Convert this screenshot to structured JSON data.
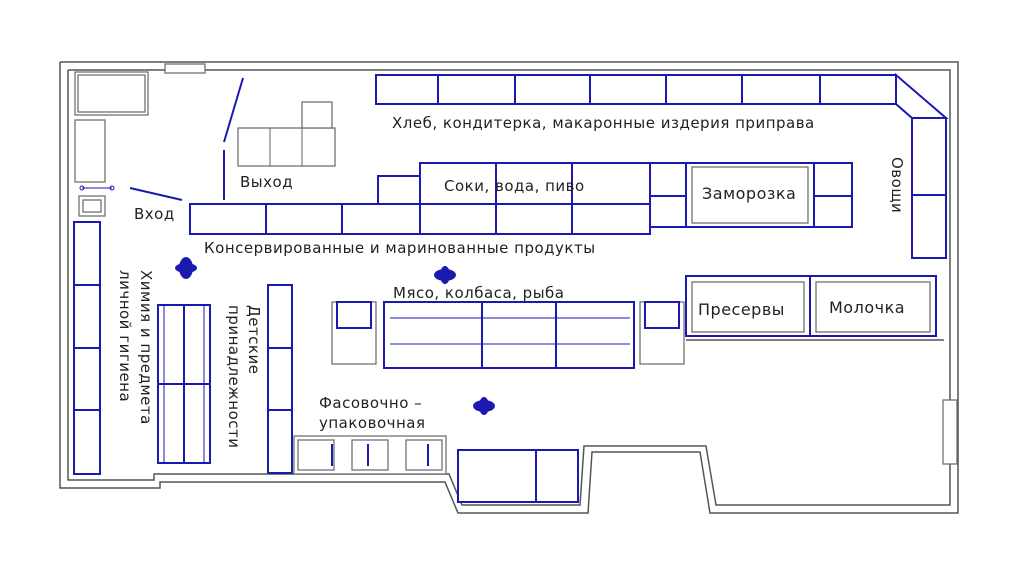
{
  "plan": {
    "labels": {
      "bread": "Хлеб, кондитерка, макаронные издерия приправа",
      "juices": "Соки, вода, пиво",
      "frozen": "Заморозка",
      "vegetables": "Овощи",
      "exit": "Выход",
      "entrance": "Вход",
      "canned": "Консервированные и маринованные продукты",
      "meat": "Мясо, колбаса, рыба",
      "preserves": "Пресервы",
      "dairy": "Молочка",
      "chemistry_line1": "Химия и предмета",
      "chemistry_line2": "личной гигиена",
      "kids_line1": "Детские",
      "kids_line2": "принадлежности",
      "packing_line1": "Фасовочно –",
      "packing_line2": "упаковочная"
    },
    "colors": {
      "shelf": "#1a1ab0",
      "wall": "#555555"
    }
  }
}
